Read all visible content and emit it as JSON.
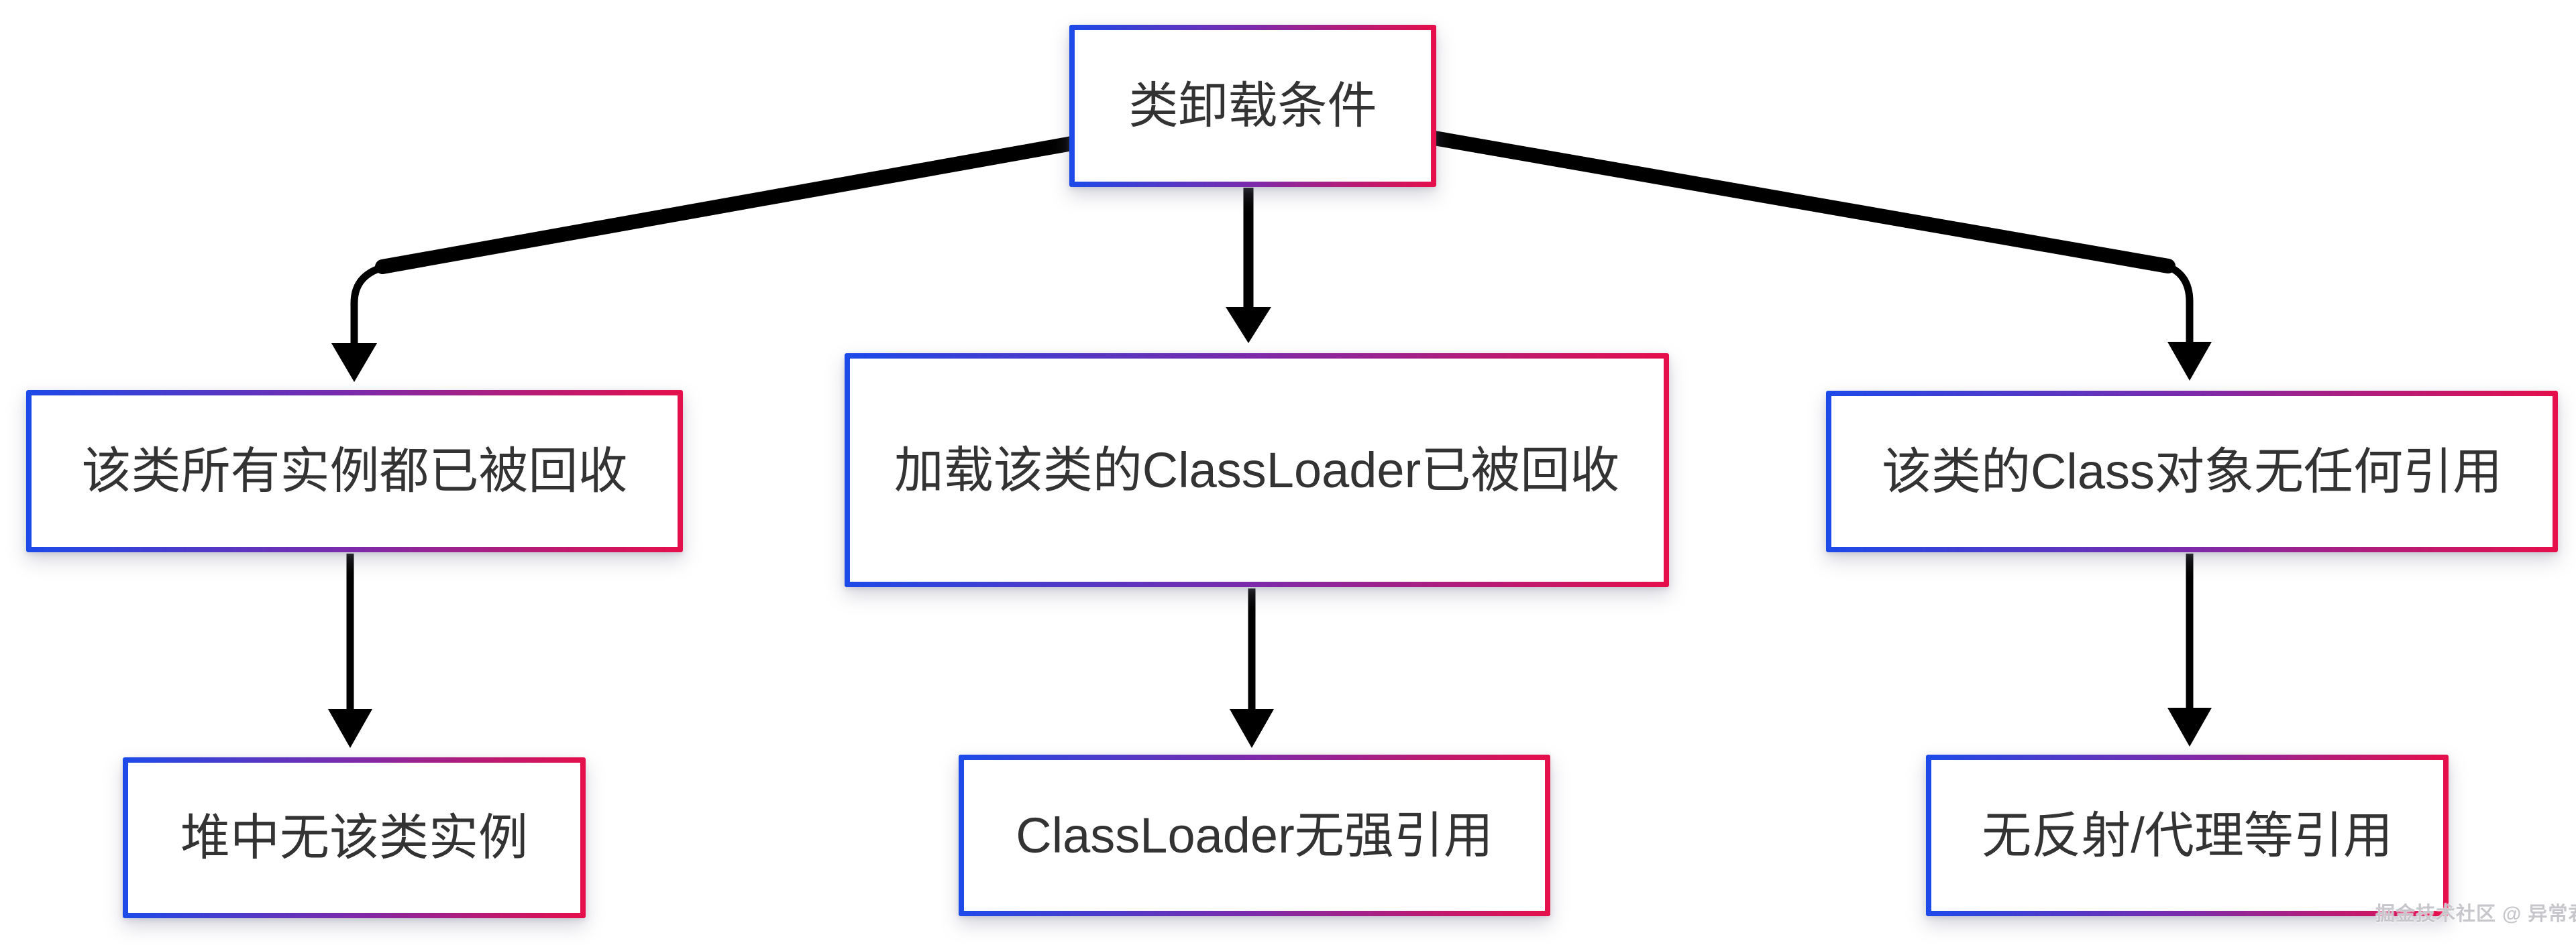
{
  "diagram": {
    "root": {
      "label": "类卸载条件"
    },
    "conditions": [
      {
        "label": "该类所有实例都已被回收"
      },
      {
        "label": "加载该类的ClassLoader已被回收"
      },
      {
        "label": "该类的Class对象无任何引用"
      }
    ],
    "details": [
      {
        "label": "堆中无该类实例"
      },
      {
        "label": "ClassLoader无强引用"
      },
      {
        "label": "无反射/代理等引用"
      }
    ],
    "watermark": "掘金技术社区 @ 异常君",
    "colors": {
      "border_gradient_start": "#1c4ae9",
      "border_gradient_mid": "#7d2aaa",
      "border_gradient_end": "#e60f4b",
      "arrow": "#000000",
      "text": "#333333",
      "background": "#ffffff",
      "watermark_text": "#c6c6cb"
    }
  }
}
